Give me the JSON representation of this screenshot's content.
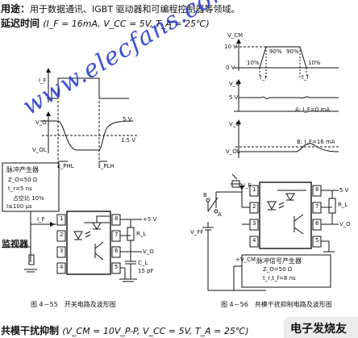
{
  "doc": {
    "usage_heading": "用途",
    "usage_text": "用于数据通讯、IGBT 驱动器和可编程控制器等领域。",
    "delay_heading": "延迟时间",
    "delay_conditions": "(I_F = 16mA, V_CC = 5V, T_A = 25℃)",
    "cm_heading": "共模干扰抑制",
    "cm_conditions": "(V_CM = 10V_P-P, V_CC = 5V, T_A = 25℃)"
  },
  "fig55": {
    "caption": "图 4－55　开关电路及波形图",
    "labels": {
      "if": "I_F",
      "vo": "V_O",
      "vol": "V_OL",
      "v5": "5 V",
      "v15": "1.5 V",
      "tphl": "t_PHL",
      "tplh": "t_PLH",
      "pulse_title": "脉冲产生器",
      "zo": "Z_O=50 Ω",
      "tr": "t_r=5 ns",
      "duty": "占空比 10%",
      "period": "I≤100 μs",
      "monitor": "监视器",
      "vcc": "+5 V",
      "rl": "R_L",
      "cl": "C_L",
      "cl_val": "15 pF",
      "if_arrow": "I_F",
      "pins_left": [
        "1",
        "2",
        "3",
        "4"
      ],
      "pins_right": [
        "8",
        "7",
        "6",
        "5"
      ]
    }
  },
  "fig56": {
    "caption": "图 4－56　共模干扰抑制电路及波形图",
    "labels": {
      "vcm": "V_CM",
      "v10": "10 V",
      "v0": "0 V",
      "p90a": "90%",
      "p90b": "90%",
      "p10a": "10%",
      "p10b": "10%",
      "tr": "t_r",
      "tf": "t_f",
      "vo1": "V_O",
      "v5": "5 V",
      "switch_a": "A: I_F=0 mA",
      "vo2": "V_O",
      "vol": "V_OL",
      "switch_b": "B: I_F=16 mA",
      "pin_b": "B",
      "pin_a": "A",
      "vff": "V_FF",
      "vcc": "5 V",
      "rl": "R_L",
      "vo3": "V_O",
      "vcm2": "+V_CM",
      "pulse_title": "脉冲信号产生器",
      "zo": "Z_O=50 Ω",
      "trf": "t_r,t_f=8 ns",
      "pins_left": [
        "1",
        "2",
        "3",
        "4"
      ],
      "pins_right": [
        "8",
        "7",
        "6",
        "5"
      ]
    }
  },
  "watermark": "www.elecfans.com",
  "logo": "电子发烧友"
}
